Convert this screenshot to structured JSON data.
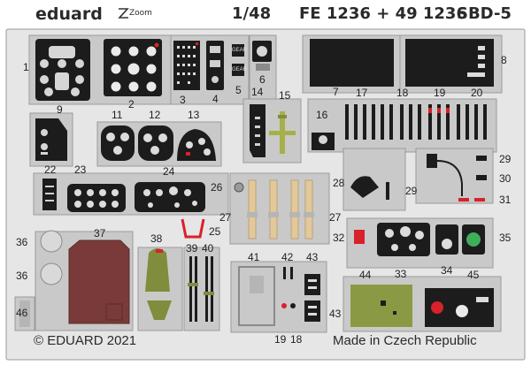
{
  "header": {
    "brand": "eduard",
    "series_logo": "Zoom",
    "scale": "1/48",
    "set_numbers": "FE 1236 + 49 1236",
    "model": "SBD-5"
  },
  "footer": {
    "copyright": "© EDUARD 2021",
    "origin": "Made in Czech Republic"
  },
  "part_numbers": [
    "1",
    "2",
    "3",
    "4",
    "5",
    "6",
    "7",
    "8",
    "9",
    "11",
    "12",
    "13",
    "14",
    "15",
    "16",
    "17",
    "18",
    "19",
    "20",
    "22",
    "23",
    "24",
    "25",
    "26",
    "27",
    "28",
    "29",
    "30",
    "31",
    "32",
    "33",
    "34",
    "35",
    "36",
    "37",
    "38",
    "39",
    "40",
    "41",
    "42",
    "43",
    "44",
    "45",
    "46"
  ],
  "small_markings": [
    "GEAR",
    "GEAR"
  ],
  "colors": {
    "fret": "#c8c8c8",
    "fret_edge": "#9a9a9a",
    "instrument_black": "#1c1c1c",
    "maroon": "#7a3a3a",
    "olive": "#7f8d3c",
    "tan": "#e3c99a",
    "red": "#d8212a"
  },
  "icons": [
    "eduard-logo-icon",
    "zoom-logo-icon"
  ]
}
